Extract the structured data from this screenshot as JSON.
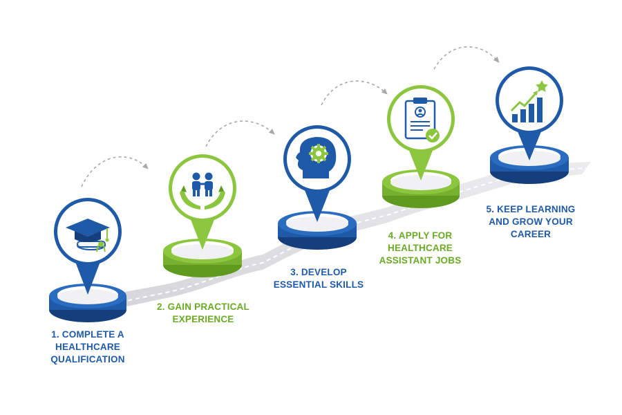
{
  "colors": {
    "blue": "#1e5aa8",
    "blue_dark": "#153f7c",
    "green": "#8cc63f",
    "green_dark": "#5f9a1f",
    "road": "#e4e4e6",
    "arrow": "#a8a8a8"
  },
  "steps": [
    {
      "number": 1,
      "lines": [
        "1. COMPLETE A",
        "HEALTHCARE",
        "QUALIFICATION"
      ],
      "color": "blue",
      "icon": "graduation-cap-icon"
    },
    {
      "number": 2,
      "lines": [
        "2. GAIN PRACTICAL",
        "EXPERIENCE"
      ],
      "color": "green",
      "icon": "caring-hands-people-icon"
    },
    {
      "number": 3,
      "lines": [
        "3. DEVELOP",
        "ESSENTIAL SKILLS"
      ],
      "color": "blue",
      "icon": "head-gear-icon"
    },
    {
      "number": 4,
      "lines": [
        "4. APPLY FOR",
        "HEALTHCARE",
        "ASSISTANT JOBS"
      ],
      "color": "green",
      "icon": "clipboard-resume-icon"
    },
    {
      "number": 5,
      "lines": [
        "5. KEEP LEARNING",
        "AND GROW YOUR",
        "CAREER"
      ],
      "color": "blue",
      "icon": "growth-chart-star-icon"
    }
  ]
}
